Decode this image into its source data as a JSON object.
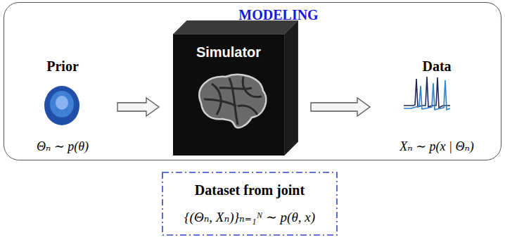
{
  "diagram": {
    "nodes": [
      {
        "text": [
          "MODELING"
        ]
      },
      {
        "text": [
          "Prior",
          "Θₙ ∼ p(θ)"
        ],
        "in": 0
      },
      {
        "text": [
          "Simulator"
        ],
        "in": 0
      },
      {
        "text": [
          "Data",
          "Xₙ ∼ p(x | Θₙ)"
        ],
        "in": 0
      },
      {
        "text": [
          "Dataset from joint",
          "{(Θₙ, Xₙ)}ₙ₌₁ᴺ ∼ p(θ, x)"
        ]
      }
    ],
    "edges": [
      {
        "from": 1,
        "to": 2,
        "arrow": "to"
      },
      {
        "from": 2,
        "to": 3,
        "arrow": "to"
      }
    ]
  }
}
